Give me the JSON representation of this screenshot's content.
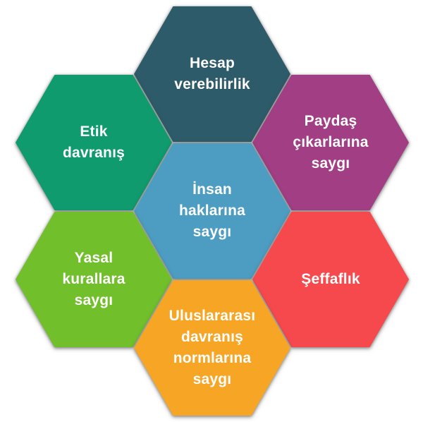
{
  "diagram": {
    "background_color": "#ffffff",
    "text_color": "#ffffff",
    "hexagons": [
      {
        "id": "accountability",
        "label": "Hesap\nverebilirlik",
        "color": "#2E5B69"
      },
      {
        "id": "ethical-behavior",
        "label": "Etik\ndavranış",
        "color": "#0F9B6D"
      },
      {
        "id": "stakeholder-interests",
        "label": "Paydaş\nçıkarlarına\nsaygı",
        "color": "#A23E84"
      },
      {
        "id": "human-rights",
        "label": "İnsan\nhaklarına\nsaygı",
        "color": "#4D9CC1"
      },
      {
        "id": "legal-rules",
        "label": "Yasal\nkurallara\nsaygı",
        "color": "#70BF2B"
      },
      {
        "id": "transparency",
        "label": "Şeffaflık",
        "color": "#F6494D"
      },
      {
        "id": "international-norms",
        "label": "Uluslararası\ndavranış\nnormlarına\nsaygı",
        "color": "#F6A525"
      }
    ]
  }
}
